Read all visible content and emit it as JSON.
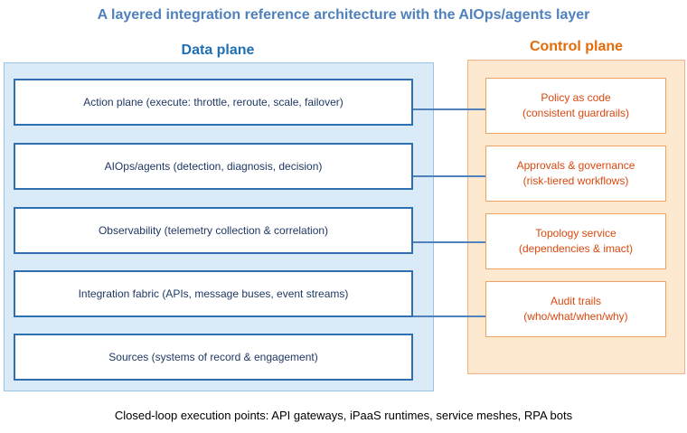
{
  "title": "A layered integration reference architecture with the AIOps/agents layer",
  "data_plane": {
    "title": "Data plane",
    "layers": [
      "Action plane (execute: throttle, reroute, scale, failover)",
      "AIOps/agents (detection, diagnosis, decision)",
      "Observability (telemetry collection & correlation)",
      "Integration fabric (APIs, message buses, event streams)",
      "Sources (systems of record & engagement)"
    ]
  },
  "control_plane": {
    "title": "Control plane",
    "boxes": [
      {
        "line1": "Policy as code",
        "line2": "(consistent guardrails)"
      },
      {
        "line1": "Approvals & governance",
        "line2": "(risk-tiered workflows)"
      },
      {
        "line1": "Topology service",
        "line2": "(dependencies & imact)"
      },
      {
        "line1": "Audit trails",
        "line2": "(who/what/when/why)"
      }
    ]
  },
  "footer": "Closed-loop execution points: API gateways, iPaaS runtimes, service meshes, RPA bots",
  "colors": {
    "title": "#4f81bd",
    "data_plane_title": "#1f6fb5",
    "control_plane_title": "#e36c0a",
    "data_panel_bg": "#dbeaf7",
    "control_panel_bg": "#fde9d0",
    "layer_border": "#2e6fb0",
    "control_border": "#f0a260",
    "connector": "#4f81bd"
  }
}
